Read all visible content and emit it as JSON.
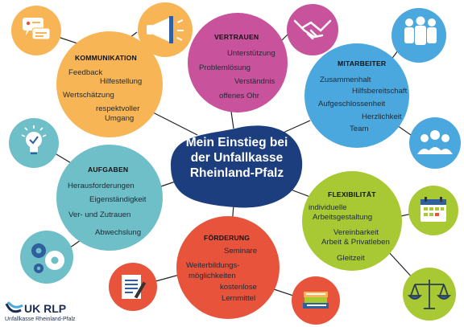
{
  "title": "Mein Einstieg bei der Unfallkasse Rheinland-Pfalz",
  "title_lines": [
    "Mein Einstieg bei",
    "der Unfallkasse",
    "Rheinland-Pfalz"
  ],
  "nodes": {
    "kommunikation": {
      "header": "KOMMUNIKATION",
      "items": [
        "Feedback",
        "Hilfestellung",
        "Wertschätzung",
        "respektvoller",
        "Umgang"
      ],
      "color": "#f7b556"
    },
    "vertrauen": {
      "header": "VERTRAUEN",
      "items": [
        "Unterstützung",
        "Problemlösung",
        "Verständnis",
        "offenes Ohr"
      ],
      "color": "#c9529c"
    },
    "mitarbeiter": {
      "header": "MITARBEITER",
      "items": [
        "Zusammenhalt",
        "Hilfsbereitschaft",
        "Aufgeschlossenheit",
        "Herzlichkeit",
        "Team"
      ],
      "color": "#4aa8df"
    },
    "aufgaben": {
      "header": "AUFGABEN",
      "items": [
        "Herausforderungen",
        "Eigenständigkeit",
        "Ver- und Zutrauen",
        "Abwechslung"
      ],
      "color": "#6fbfc8"
    },
    "flexibilitaet": {
      "header": "FLEXIBILITÄT",
      "items": [
        "individuelle",
        "Arbeitsgestaltung",
        "Vereinbarkeit",
        "Arbeit & Privatleben",
        "Gleitzeit"
      ],
      "color": "#a8c934"
    },
    "foerderung": {
      "header": "FÖRDERUNG",
      "items": [
        "Seminare",
        "Weiterbildungs-",
        "möglichkeiten",
        "kostenlose",
        "Lernmittel"
      ],
      "color": "#e8533c"
    }
  },
  "colors": {
    "center": "#1c3d7e",
    "line": "#222222"
  },
  "icons": [
    "chat-bubbles-icon",
    "megaphone-icon",
    "handshake-icon",
    "team-people-icon",
    "group-people-icon",
    "lightbulb-icon",
    "gears-icon",
    "calendar-icon",
    "scales-icon",
    "document-pen-icon",
    "books-icon"
  ],
  "logo": {
    "name": "UK RLP",
    "subtitle": "Unfallkasse Rheinland-Pfalz"
  }
}
